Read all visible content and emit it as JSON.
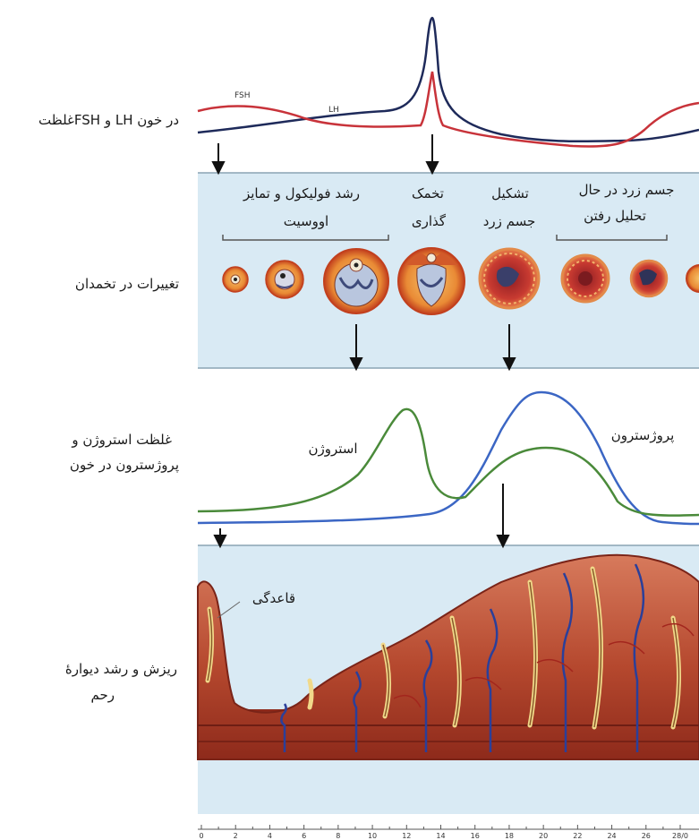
{
  "row_labels": {
    "hormones": "غلظتFSH و LH در خون",
    "ovary": "تغییرات در تخمدان",
    "steroids_line1": "غلظت استروژن و",
    "steroids_line2": "پروژسترون در خون",
    "uterus_line1": "ریزش و رشد دیوارۀ",
    "uterus_line2": "رحم"
  },
  "curve_labels": {
    "fsh": "FSH",
    "lh": "LH",
    "estrogen": "استروژن",
    "progesterone": "پروژسترون"
  },
  "phases": {
    "follicle_line1": "رشد فولیکول و تمایز",
    "follicle_line2": "اووسیت",
    "ovulation_line1": "تخمک",
    "ovulation_line2": "گذاری",
    "corpus_line1": "تشکیل",
    "corpus_line2": "جسم زرد",
    "regress_line1": "جسم زرد در حال",
    "regress_line2": "تحلیل رفتن"
  },
  "uterus": {
    "basal_label": "قاعدگی"
  },
  "axis": {
    "ticks": [
      "0",
      "2",
      "4",
      "6",
      "8",
      "10",
      "12",
      "14",
      "16",
      "18",
      "20",
      "22",
      "24",
      "26",
      "28/0"
    ]
  },
  "colors": {
    "fsh": "#c8333a",
    "lh": "#1e2a5a",
    "estrogen": "#4a8a3a",
    "progesterone": "#3b66c4",
    "panel": "#d9eaf4"
  }
}
